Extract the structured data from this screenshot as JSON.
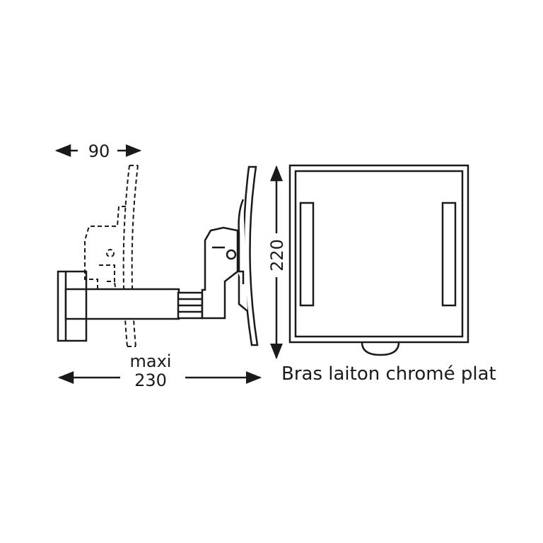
{
  "dimensions": {
    "depth_label": "90",
    "extension_prefix": "maxi",
    "extension_value": "230",
    "height_label": "220"
  },
  "caption": "Bras laiton chromé plat",
  "colors": {
    "line": "#1a1a1a",
    "background": "#ffffff"
  }
}
